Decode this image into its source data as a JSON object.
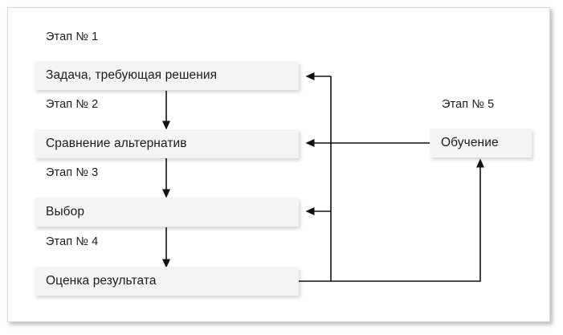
{
  "diagram": {
    "title": "",
    "colors": {
      "box_fill": "#f4f4f4",
      "line": "#111111",
      "frame_border": "#d9d9d9",
      "page_background": "#ffffff",
      "text": "#1b1b1b"
    },
    "stages": [
      {
        "stage_label": "Этап № 1",
        "box_label": "Задача, требующая решения"
      },
      {
        "stage_label": "Этап № 2",
        "box_label": "Сравнение альтернатив"
      },
      {
        "stage_label": "Этап № 3",
        "box_label": "Выбор"
      },
      {
        "stage_label": "Этап № 4",
        "box_label": "Оценка результата"
      },
      {
        "stage_label": "Этап № 5",
        "box_label": "Обучение"
      }
    ],
    "connectors": [
      {
        "name": "stage1-to-stage2",
        "from": "Задача, требующая решения",
        "to": "Сравнение альтернатив",
        "direction": "down"
      },
      {
        "name": "stage2-to-stage3",
        "from": "Сравнение альтернатив",
        "to": "Выбор",
        "direction": "down"
      },
      {
        "name": "stage3-to-stage4",
        "from": "Выбор",
        "to": "Оценка результата",
        "direction": "down"
      },
      {
        "name": "stage4-to-stage5",
        "from": "Оценка результата",
        "to": "Обучение",
        "direction": "right-up"
      },
      {
        "name": "stage5-to-stage2",
        "from": "Обучение",
        "to": "Сравнение альтернатив",
        "direction": "left"
      },
      {
        "name": "feedback-to-stage1",
        "from": "Оценка результата",
        "to": "Задача, требующая решения",
        "direction": "up-left"
      },
      {
        "name": "feedback-to-stage3",
        "from": "Оценка результата",
        "to": "Выбор",
        "direction": "up-left"
      }
    ]
  }
}
